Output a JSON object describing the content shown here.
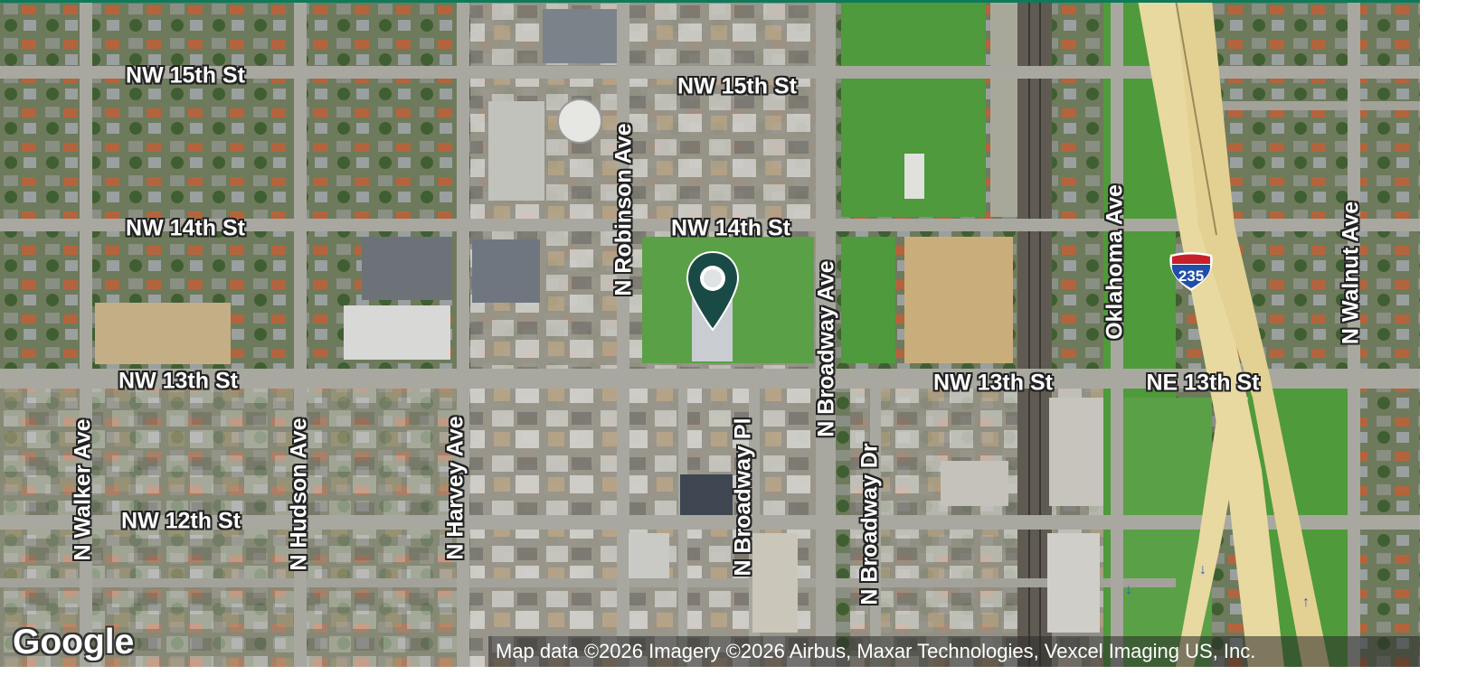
{
  "map": {
    "colors": {
      "road": "#a8a8a0",
      "highway": "#e8d9a0",
      "grass": "#4f9a3a",
      "marker": "#1a4a45",
      "railway": "#6b6660"
    },
    "streets": {
      "nw15_west": "NW 15th St",
      "nw15_east": "NW 15th St",
      "nw14_west": "NW 14th St",
      "nw14_east": "NW 14th St",
      "nw13_west": "NW 13th St",
      "nw13_east": "NW 13th St",
      "ne13": "NE 13th St",
      "nw12": "NW 12th St",
      "walker": "N Walker Ave",
      "hudson": "N Hudson Ave",
      "harvey": "N Harvey Ave",
      "robinson": "N Robinson Ave",
      "broadway_pl": "N Broadway Pl",
      "broadway_ave": "N Broadway Ave",
      "broadway_dr": "N Broadway Dr",
      "oklahoma": "Oklahoma Ave",
      "walnut": "N Walnut Ave"
    },
    "interstate": {
      "number": "235",
      "icon": "interstate-shield-icon"
    },
    "pin": {
      "icon": "location-pin-icon"
    },
    "logo": "Google",
    "attribution": "Map data ©2026 Imagery ©2026 Airbus, Maxar Technologies, Vexcel Imaging US, Inc."
  }
}
